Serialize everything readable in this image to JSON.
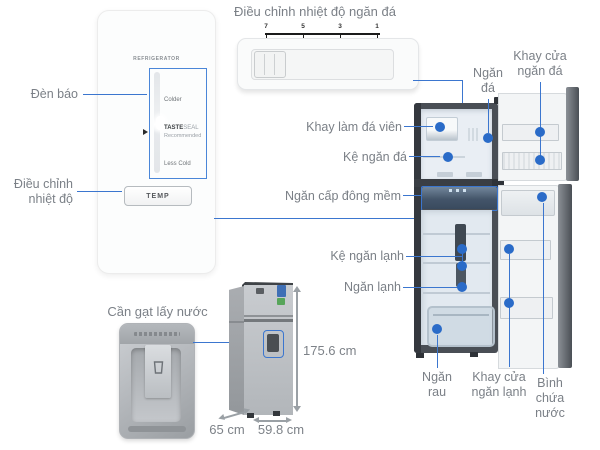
{
  "colors": {
    "line_blue": "#3b76cf",
    "dot_blue": "#2a6bc8",
    "label_gray": "#7b8087",
    "callout_box_blue": "#4a86d8"
  },
  "control_panel": {
    "heading": "REFRIGERATOR",
    "colder": "Colder",
    "tasteseal_strong": "TASTE",
    "tasteseal_light": "SEAL",
    "recommended": "Recommended",
    "less_cold": "Less Cold",
    "temp_button": "TEMP",
    "callout_indicator": "Đèn báo",
    "callout_temp": {
      "lines": [
        "Điều chỉnh",
        "nhiệt độ"
      ]
    }
  },
  "freezer_slider": {
    "title": "Điều chỉnh nhiệt độ ngăn đá",
    "scale": [
      "7",
      "5",
      "3",
      "1"
    ]
  },
  "fridge_callouts": {
    "khay_lam_da_vien": "Khay làm đá viên",
    "ke_ngan_da": "Kệ ngăn đá",
    "ngan_cap_dong_mem": "Ngăn cấp đông mềm",
    "ke_ngan_lanh": "Kệ ngăn lạnh",
    "ngan_lanh": "Ngăn lạnh",
    "ngan_da": {
      "lines": [
        "Ngăn",
        "đá"
      ]
    },
    "khay_cua_ngan_da": {
      "lines": [
        "Khay cửa",
        "ngăn đá"
      ]
    },
    "ngan_rau": {
      "lines": [
        "Ngăn",
        "rau"
      ]
    },
    "khay_cua_ngan_lanh": {
      "lines": [
        "Khay cửa",
        "ngăn lạnh"
      ]
    },
    "binh_chua_nuoc": {
      "lines": [
        "Bình",
        "chứa",
        "nước"
      ]
    }
  },
  "dispenser": {
    "label": "Cần gạt lấy nước"
  },
  "dimensions": {
    "height": "175.6 cm",
    "depth": "65 cm",
    "width": "59.8 cm"
  }
}
